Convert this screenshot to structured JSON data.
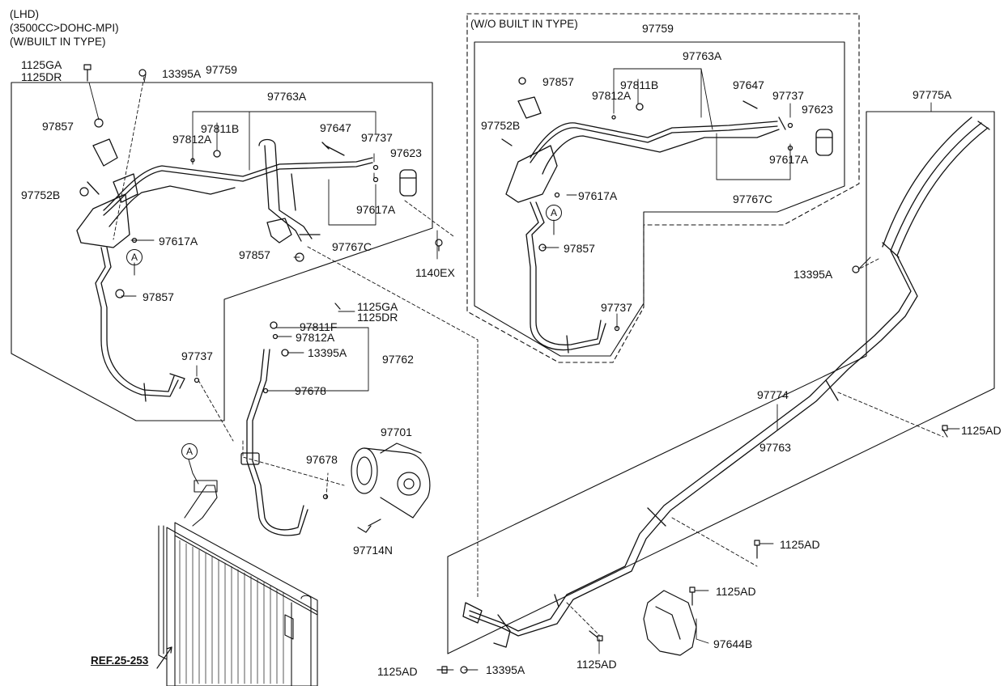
{
  "header": {
    "line1": "(LHD)",
    "line2": "(3500CC>DOHC-MPI)",
    "line3": "(W/BUILT IN TYPE)"
  },
  "wo_box": {
    "title": "(W/O BUILT IN TYPE)"
  },
  "view_marker": "A",
  "ref": "REF.25-253",
  "left_labels": [
    "1125GA",
    "1125DR",
    "13395A",
    "97759",
    "97763A",
    "97857",
    "97811B",
    "97812A",
    "97647",
    "97737",
    "97623",
    "97752B",
    "97617A",
    "97617A",
    "97767C",
    "97857",
    "1140EX",
    "97857",
    "1125GA",
    "1125DR",
    "97737",
    "97811F",
    "97812A",
    "13395A",
    "97762",
    "97678",
    "97701",
    "97678",
    "97714N"
  ],
  "wo_labels": [
    "97759",
    "97763A",
    "97857",
    "97811B",
    "97812A",
    "97647",
    "97737",
    "97623",
    "97752B",
    "97617A",
    "97617A",
    "97767C",
    "97857",
    "97737"
  ],
  "right_labels": [
    "97775A",
    "13395A",
    "97774",
    "97763",
    "1125AD",
    "1125AD",
    "1125AD",
    "97644B",
    "1125AD",
    "1125AD",
    "13395A"
  ]
}
